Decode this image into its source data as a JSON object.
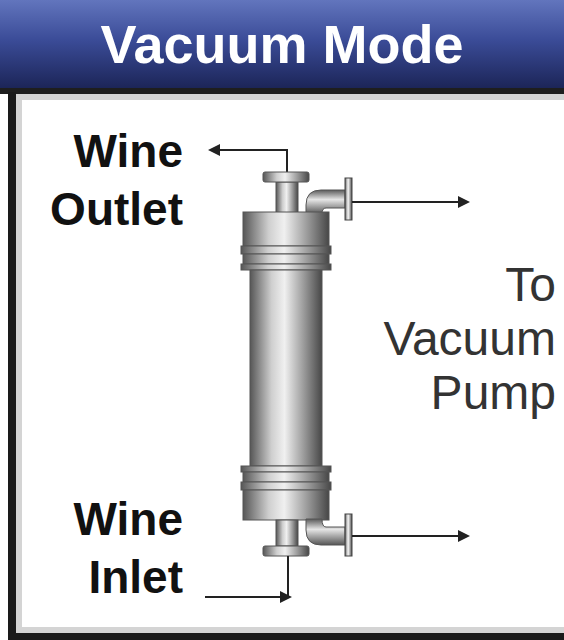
{
  "diagram": {
    "title": "Vacuum Mode",
    "labels": [
      "Wine Outlet",
      "Wine Inlet",
      "To Vacuum Pump"
    ]
  }
}
